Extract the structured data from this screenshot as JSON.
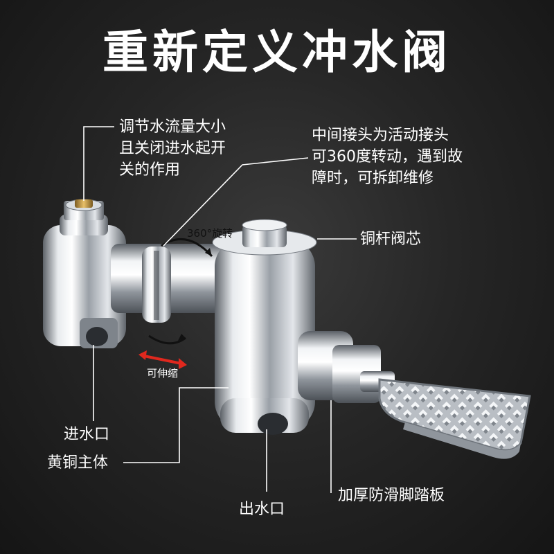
{
  "title": "重新定义冲水阀",
  "callouts": {
    "flow_control": [
      "调节水流量大小",
      "且关闭进水起开",
      "关的作用"
    ],
    "joint": [
      "中间接头为活动接头",
      "可360度转动，遇到故",
      "障时，可拆卸维修"
    ],
    "copper_core": "铜杆阀芯",
    "inlet": "进水口",
    "brass_body": "黄铜主体",
    "outlet": "出水口",
    "pedal": "加厚防滑脚踏板"
  },
  "annotations": {
    "rotate": "360°旋转",
    "telescopic": "可伸缩"
  },
  "colors": {
    "background": "#262626",
    "text": "#ffffff",
    "chrome": "#cfd3d8",
    "accent_arrow": "#e0281e"
  }
}
